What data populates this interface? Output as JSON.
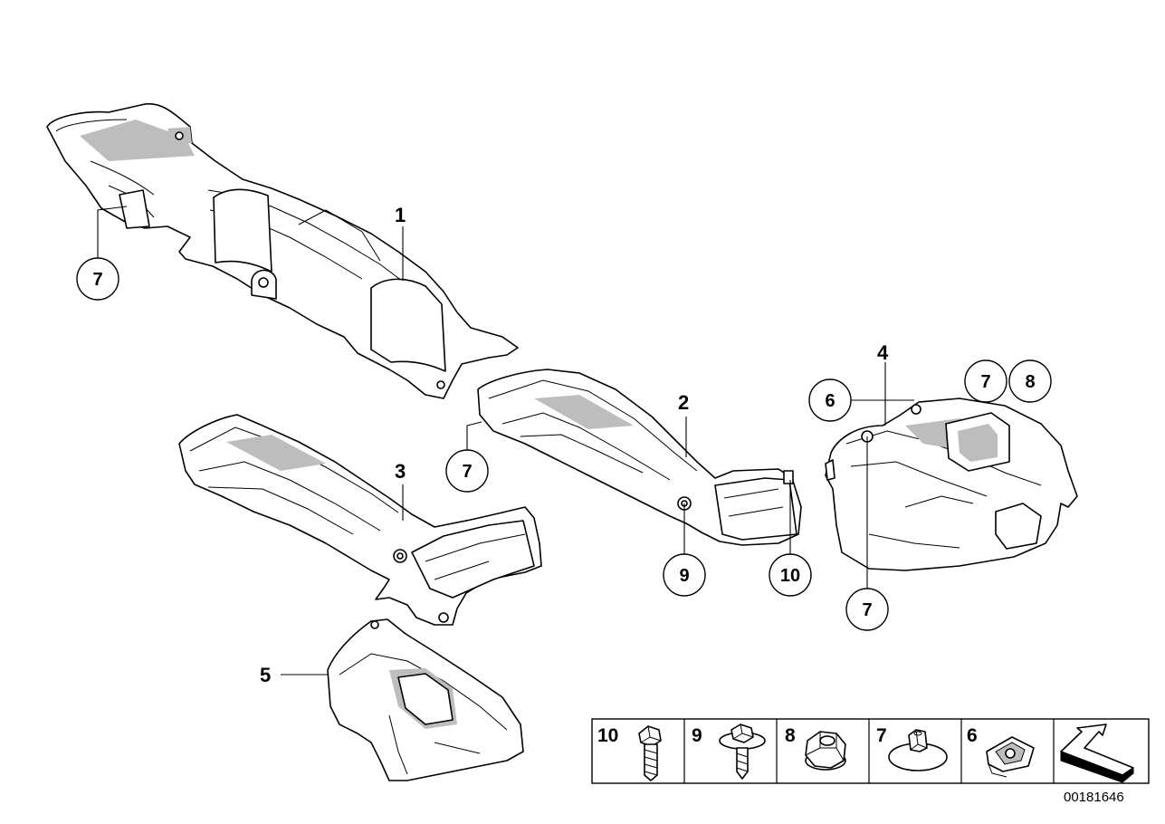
{
  "diagram_id": "00181646",
  "part_labels": {
    "p1": "1",
    "p2": "2",
    "p3": "3",
    "p4": "4",
    "p5": "5"
  },
  "callouts": {
    "c7a": "7",
    "c7b": "7",
    "c7c": "7",
    "c7d": "7",
    "c8": "8",
    "c6": "6",
    "c9": "9",
    "c10": "10"
  },
  "legend": {
    "cells": [
      {
        "num": "10",
        "icon": "hex-head-bolt-icon"
      },
      {
        "num": "9",
        "icon": "flange-screw-icon"
      },
      {
        "num": "8",
        "icon": "hex-nut-icon"
      },
      {
        "num": "7",
        "icon": "washer-nut-icon"
      },
      {
        "num": "6",
        "icon": "speed-clip-nut-icon"
      },
      {
        "num": "",
        "icon": "direction-arrow-icon"
      }
    ]
  }
}
